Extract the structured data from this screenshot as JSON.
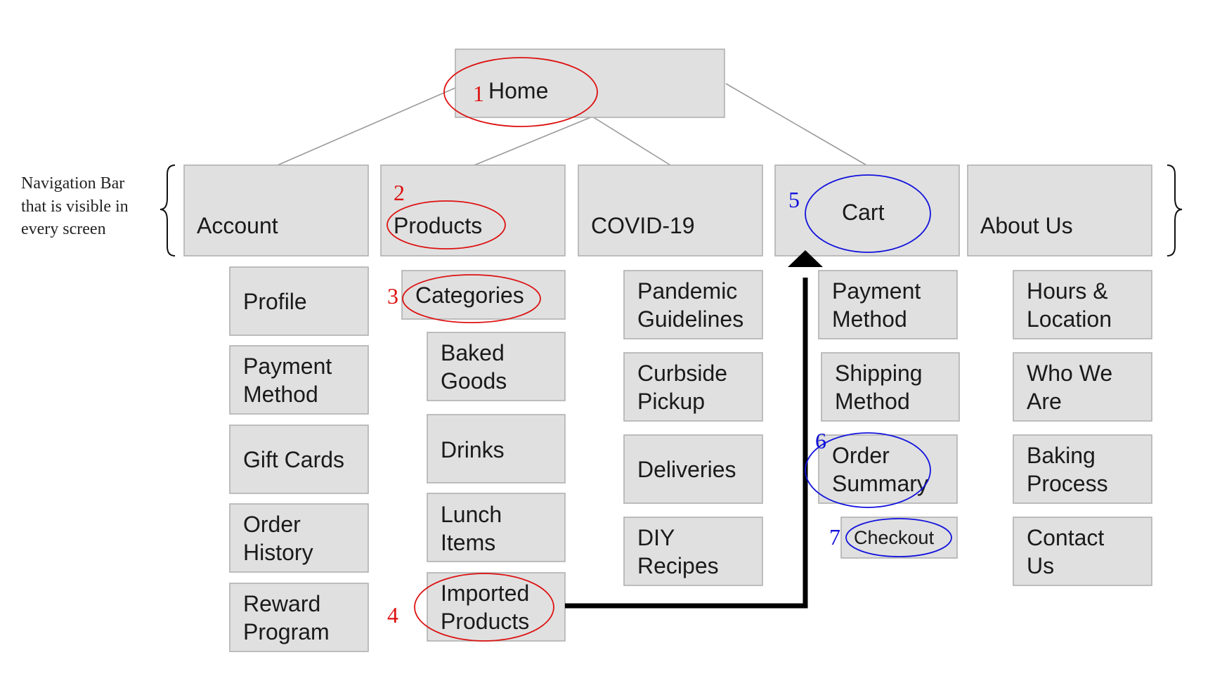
{
  "root": {
    "label": "Home"
  },
  "nav_note": [
    "Navigation Bar",
    "that is visible in",
    "every screen"
  ],
  "nav": [
    {
      "label": "Account",
      "children": [
        [
          "Profile"
        ],
        [
          "Payment",
          "Method"
        ],
        [
          "Gift Cards"
        ],
        [
          "Order",
          "History"
        ],
        [
          "Reward",
          "Program"
        ]
      ]
    },
    {
      "label": "Products",
      "children": [
        [
          "Categories"
        ],
        [
          "Baked",
          "Goods"
        ],
        [
          "Drinks"
        ],
        [
          "Lunch",
          "Items"
        ],
        [
          "Imported",
          "Products"
        ]
      ]
    },
    {
      "label": "COVID-19",
      "children": [
        [
          "Pandemic",
          "Guidelines"
        ],
        [
          "Curbside",
          "Pickup"
        ],
        [
          "Deliveries"
        ],
        [
          "DIY",
          "Recipes"
        ]
      ]
    },
    {
      "label": "Cart",
      "children": [
        [
          "Payment",
          "Method"
        ],
        [
          "Shipping",
          "Method"
        ],
        [
          "Order",
          "Summary"
        ],
        [
          "Checkout"
        ]
      ]
    },
    {
      "label": "About Us",
      "children": [
        [
          "Hours &",
          "Location"
        ],
        [
          "Who We",
          "Are"
        ],
        [
          "Baking",
          "Process"
        ],
        [
          "Contact",
          "Us"
        ]
      ]
    }
  ],
  "steps": [
    {
      "number": "1",
      "target": "Home",
      "color": "#dd1111"
    },
    {
      "number": "2",
      "target": "Products",
      "color": "#dd1111"
    },
    {
      "number": "3",
      "target": "Categories",
      "color": "#dd1111"
    },
    {
      "number": "4",
      "target": "Imported Products",
      "color": "#dd1111"
    },
    {
      "number": "5",
      "target": "Cart",
      "color": "#1111dd"
    },
    {
      "number": "6",
      "target": "Order Summary",
      "color": "#1111dd"
    },
    {
      "number": "7",
      "target": "Checkout",
      "color": "#1111dd"
    }
  ],
  "colors": {
    "box_fill": "#e0e0e0",
    "box_border": "#b0b0b0",
    "connector": "#9a9a9a",
    "annotation_red": "#dd1111",
    "annotation_blue": "#1111dd",
    "flow_arrow": "#000000"
  }
}
